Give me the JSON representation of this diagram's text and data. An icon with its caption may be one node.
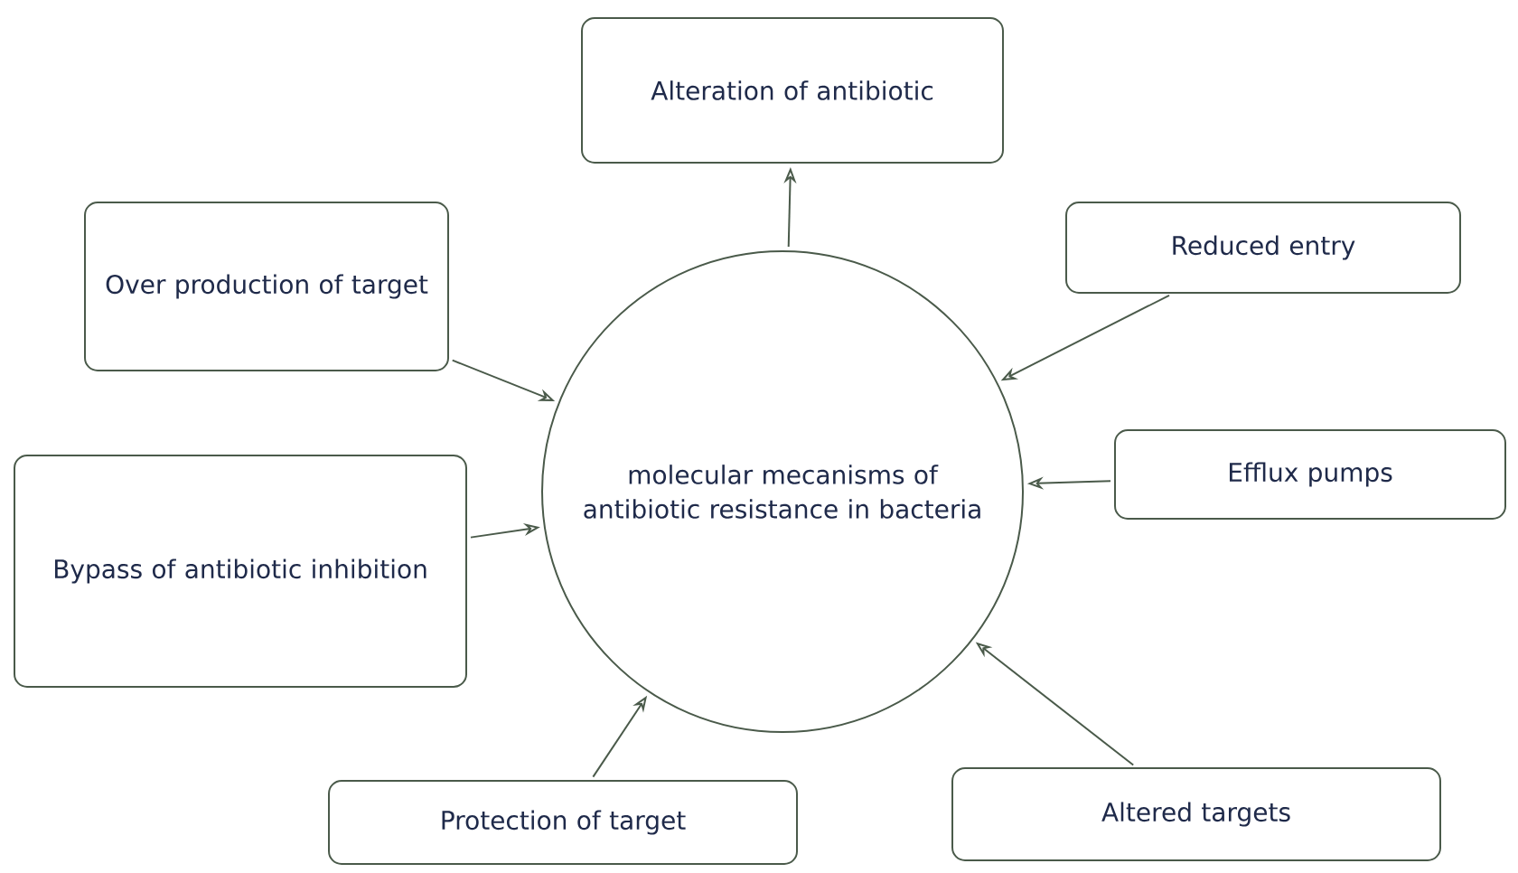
{
  "diagram": {
    "nodes": [
      {
        "text": [
          "molecular mecanisms of antibiotic resistance in bacteria"
        ]
      },
      {
        "text": [
          "Alteration of antibiotic"
        ]
      },
      {
        "text": [
          "Over production of target"
        ]
      },
      {
        "text": [
          "Reduced entry"
        ]
      },
      {
        "text": [
          "Efflux pumps"
        ]
      },
      {
        "text": [
          "Bypass of antibiotic inhibition"
        ]
      },
      {
        "text": [
          "Protection of target"
        ]
      },
      {
        "text": [
          "Altered targets"
        ]
      }
    ],
    "edges": [
      {
        "from": 0,
        "to": 1,
        "arrow": "to"
      },
      {
        "from": 2,
        "to": 0,
        "arrow": "to"
      },
      {
        "from": 3,
        "to": 0,
        "arrow": "to"
      },
      {
        "from": 4,
        "to": 0,
        "arrow": "to"
      },
      {
        "from": 5,
        "to": 0,
        "arrow": "to"
      },
      {
        "from": 6,
        "to": 0,
        "arrow": "to"
      },
      {
        "from": 7,
        "to": 0,
        "arrow": "to"
      }
    ]
  }
}
